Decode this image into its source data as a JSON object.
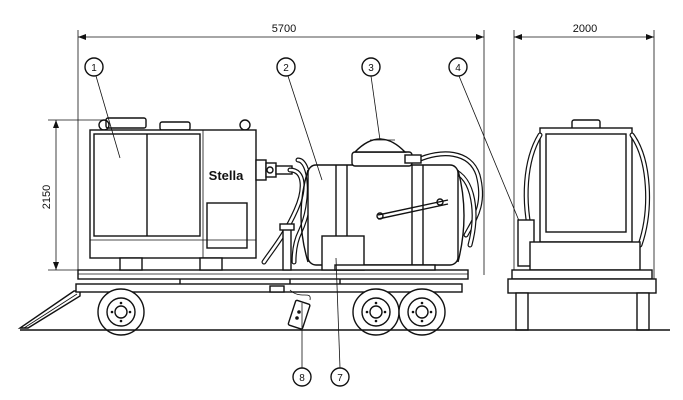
{
  "dimensions": {
    "length": "5700",
    "width": "2000",
    "height": "2150"
  },
  "brand_label": "Stella",
  "callouts": [
    {
      "id": 1,
      "label": "1"
    },
    {
      "id": 2,
      "label": "2"
    },
    {
      "id": 3,
      "label": "3"
    },
    {
      "id": 4,
      "label": "4"
    },
    {
      "id": 7,
      "label": "7"
    },
    {
      "id": 8,
      "label": "8"
    }
  ]
}
